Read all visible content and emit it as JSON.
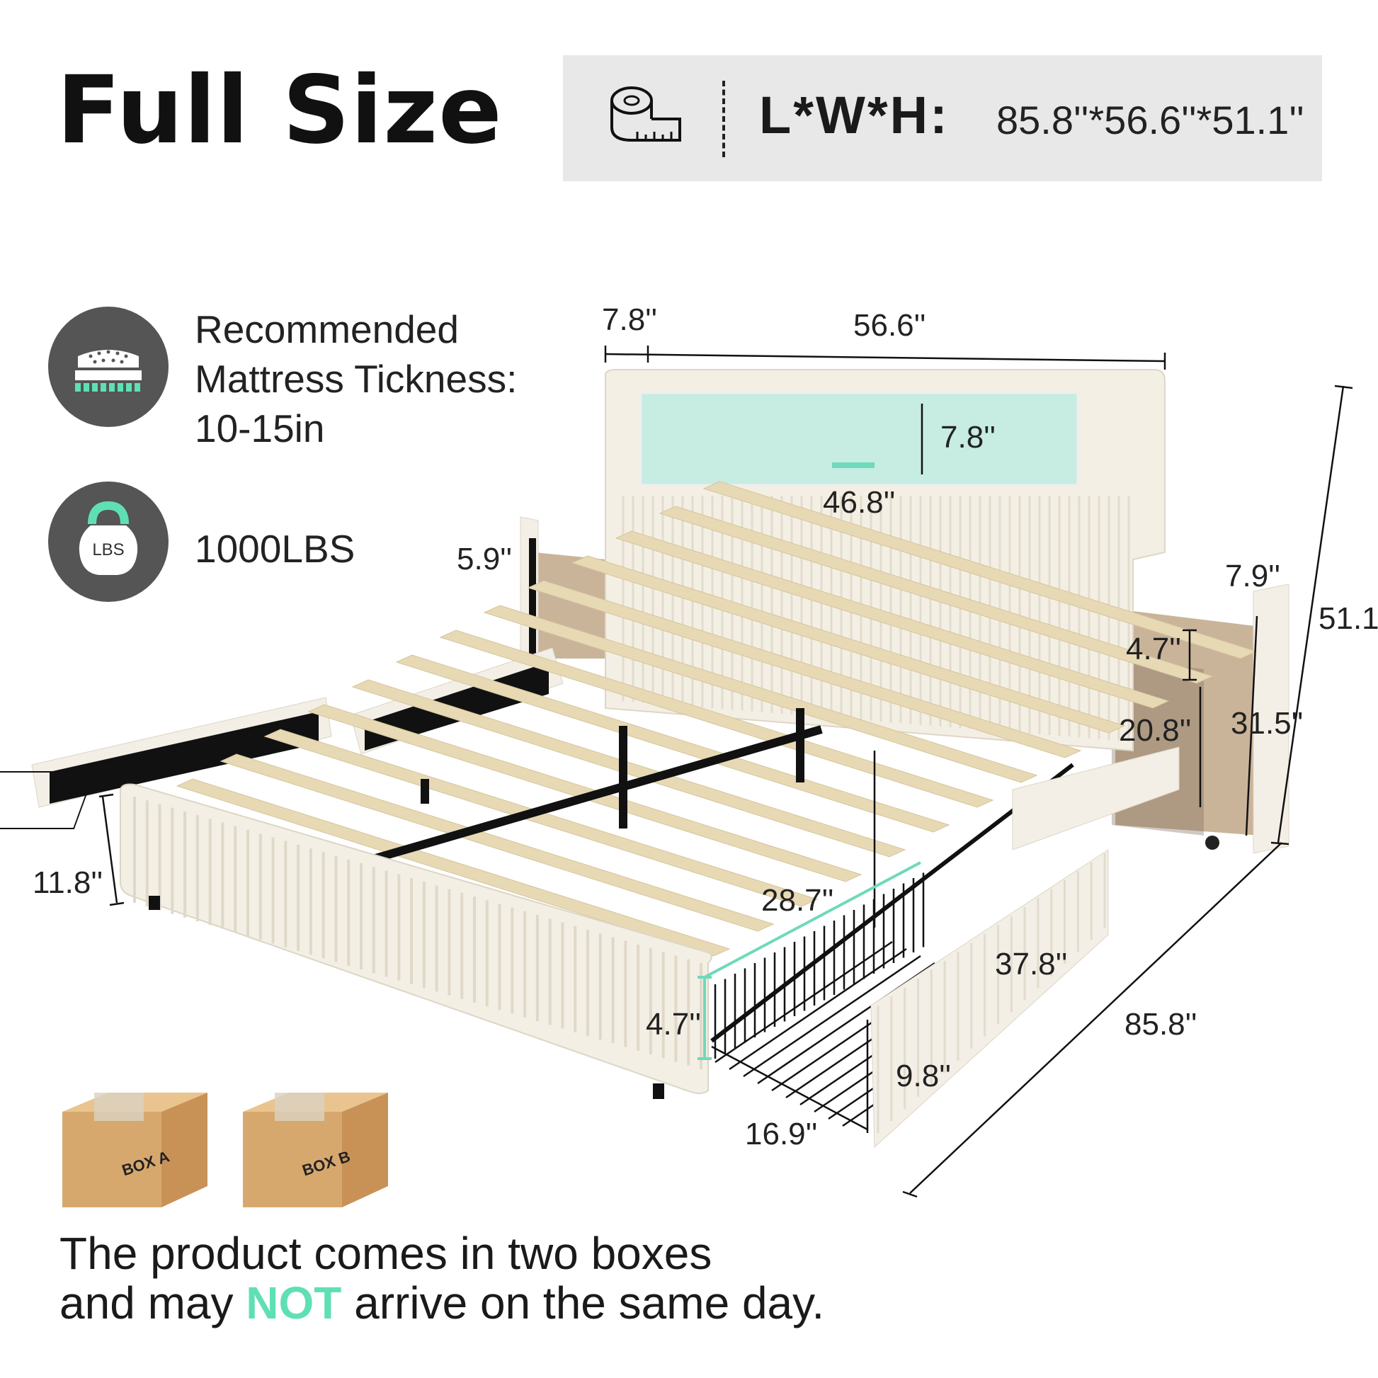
{
  "title": "Full Size",
  "dimensions": {
    "label": "L*W*H:",
    "value": "85.8''*56.6''*51.1''",
    "icon": "tape-measure-icon"
  },
  "features": [
    {
      "icon": "mattress-icon",
      "lines": [
        "Recommended",
        "Mattress Tickness:",
        "10-15in"
      ]
    },
    {
      "icon": "kettlebell-weight-icon",
      "icon_text": "LBS",
      "lines": [
        "1000LBS"
      ]
    }
  ],
  "dimension_labels": {
    "headboard_side_depth": "7.8''",
    "headboard_width": "56.6''",
    "shelf_height": "7.8''",
    "shelf_width": "46.8''",
    "left_nightstand_height": "5.9''",
    "right_nightstand_depth": "7.9''",
    "overall_height": "51.1''",
    "right_shelf_top": "4.7''",
    "right_shelf_lower": "20.8''",
    "right_panel_height": "31.5''",
    "side_rail_height": "11.8''",
    "drawer_diagonal": "28.7''",
    "drawer_depth": "37.8''",
    "overall_length": "85.8''",
    "drawer_inner_height": "4.7''",
    "drawer_front_height": "9.8''",
    "drawer_width": "16.9''"
  },
  "boxes": [
    "BOX A",
    "BOX B"
  ],
  "note": {
    "line1": "The product comes in two boxes",
    "line2_before": "and may ",
    "line2_highlight": "NOT",
    "line2_after": " arrive on the same day."
  },
  "colors": {
    "highlight": "#5fe0b4",
    "icon_bg": "#555555",
    "panel_bg": "#e8e8e8",
    "box": "#d7a86e"
  }
}
